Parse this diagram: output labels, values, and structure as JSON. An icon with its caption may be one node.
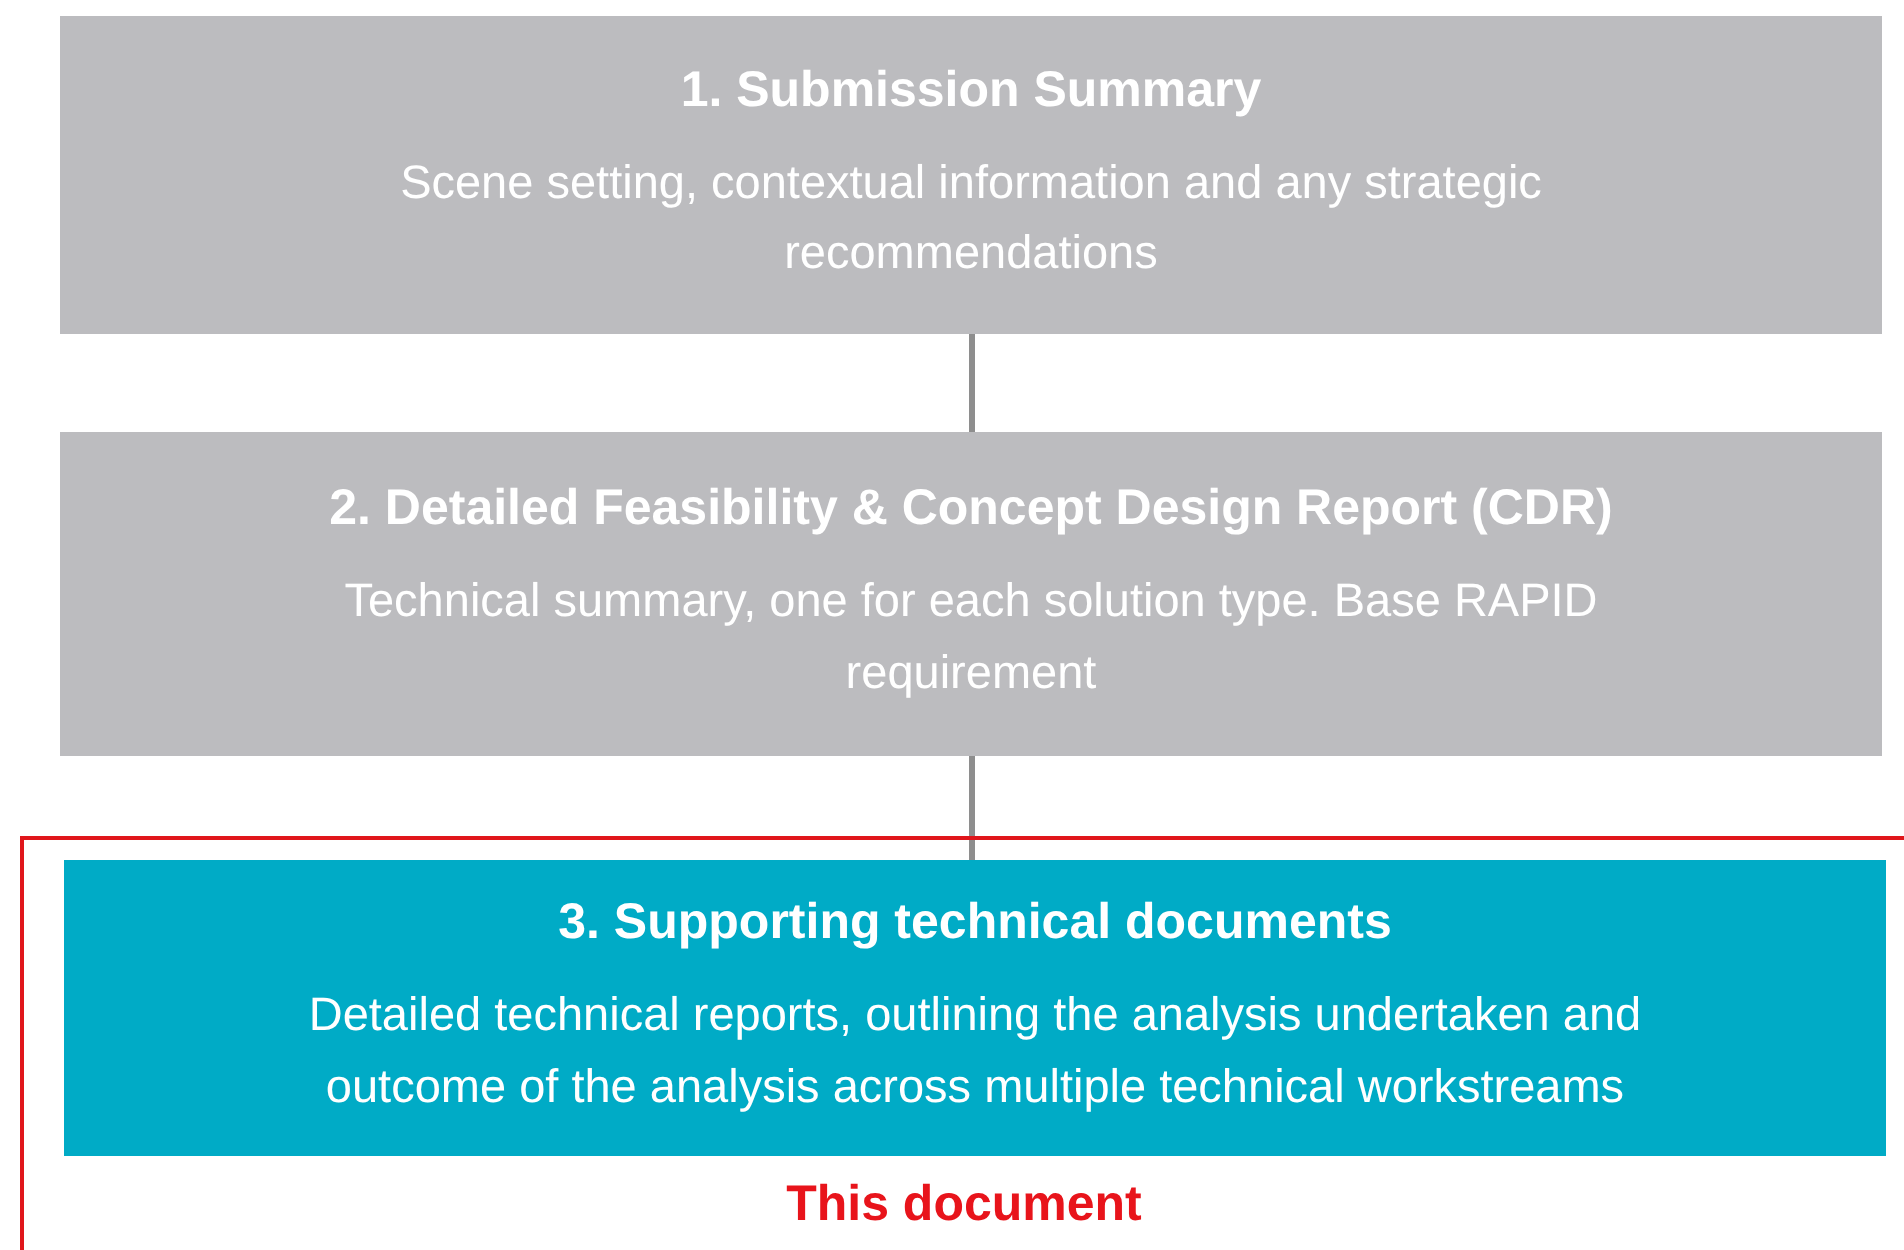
{
  "diagram": {
    "nodes": [
      {
        "text": [
          "1. Submission Summary",
          "Scene setting, contextual information and any strategic recommendations"
        ]
      },
      {
        "text": [
          "2. Detailed Feasibility & Concept Design Report (CDR)",
          "Technical summary, one for each solution type. Base RAPID requirement"
        ]
      },
      {
        "text": [
          "This document"
        ]
      },
      {
        "text": [
          "3. Supporting technical documents",
          "Detailed technical reports, outlining the analysis undertaken and outcome of the analysis across multiple technical workstreams"
        ],
        "in": 2
      }
    ],
    "edges": [
      {
        "from": 0,
        "to": 1,
        "arrow": "none"
      },
      {
        "from": 1,
        "to": 3,
        "arrow": "none"
      }
    ]
  }
}
